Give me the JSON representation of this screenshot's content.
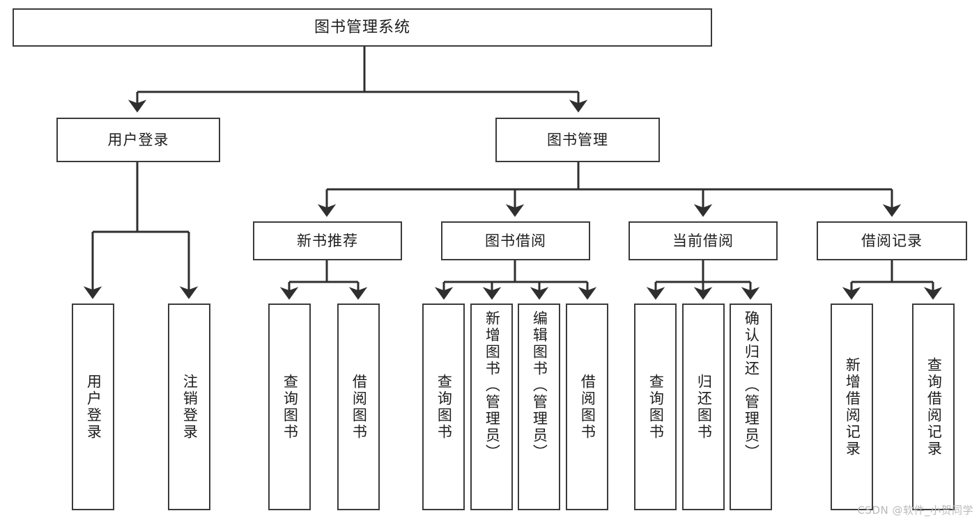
{
  "diagram": {
    "title": "图书管理系统",
    "type": "tree-hierarchy",
    "watermark": "CSDN @软件_小贺同学",
    "colors": {
      "box_border": "#3b3b3b",
      "box_fill": "#ffffff",
      "connector": "#2f2f2f",
      "text": "#1d1d1d",
      "watermark": "#b9b9b9"
    },
    "nodes": {
      "root": {
        "label": "图书管理系统"
      },
      "level2": [
        {
          "label": "用户登录"
        },
        {
          "label": "图书管理"
        }
      ],
      "level3": [
        {
          "label": "新书推荐"
        },
        {
          "label": "图书借阅"
        },
        {
          "label": "当前借阅"
        },
        {
          "label": "借阅记录"
        }
      ],
      "leaves": {
        "user_login": [
          {
            "label": "用户登录"
          },
          {
            "label": "注销登录"
          }
        ],
        "new_book_recommend": [
          {
            "label": "查询图书"
          },
          {
            "label": "借阅图书"
          }
        ],
        "book_borrow": [
          {
            "label": "查询图书"
          },
          {
            "label": "新增图书（管理员）"
          },
          {
            "label": "编辑图书（管理员）"
          },
          {
            "label": "借阅图书"
          }
        ],
        "current_borrow": [
          {
            "label": "查询图书"
          },
          {
            "label": "归还图书"
          },
          {
            "label": "确认归还（管理员）"
          }
        ],
        "borrow_record": [
          {
            "label": "新增借阅记录"
          },
          {
            "label": "查询借阅记录"
          }
        ]
      }
    }
  }
}
